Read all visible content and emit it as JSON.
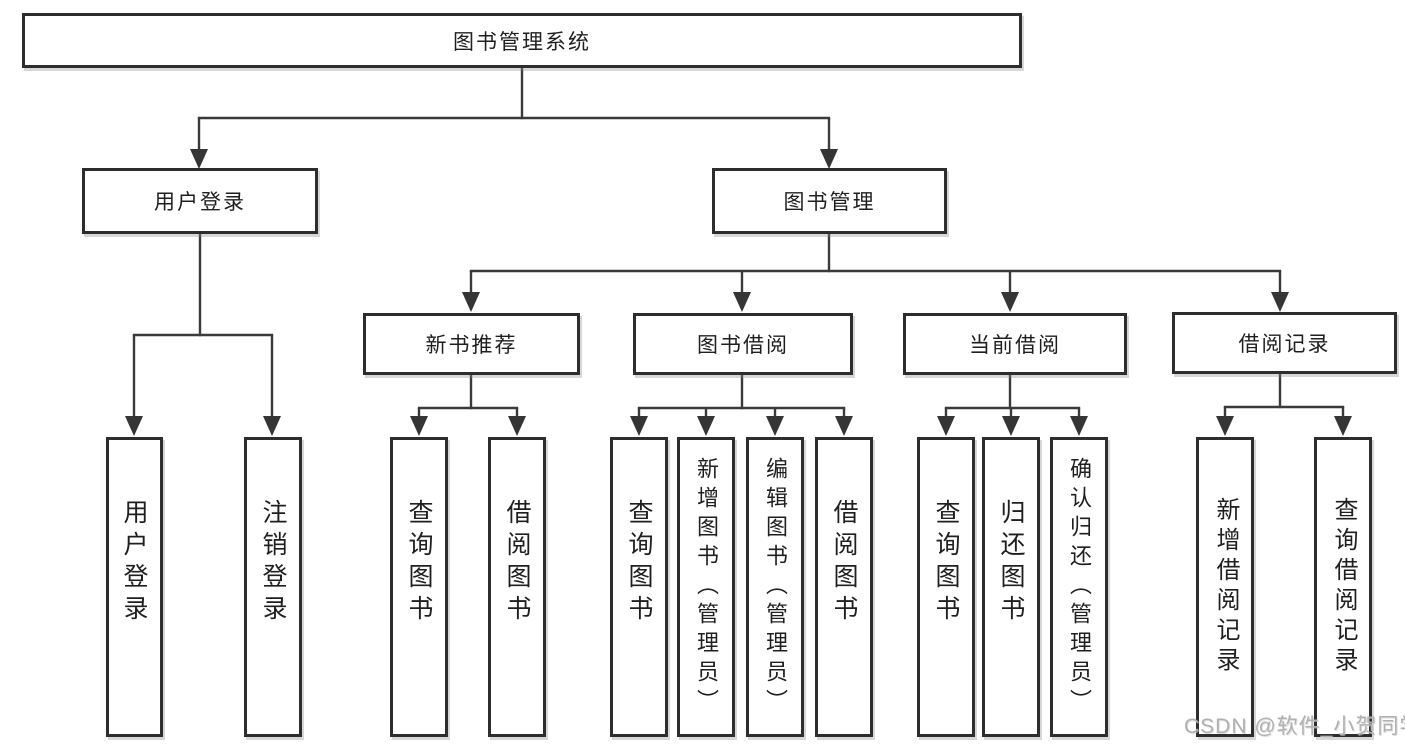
{
  "diagram": {
    "root": {
      "label": "图书管理系统"
    },
    "branches": {
      "user_login": {
        "label": "用户登录",
        "children": [
          "用户登录",
          "注销登录"
        ]
      },
      "book_mgmt": {
        "label": "图书管理"
      }
    },
    "modules": [
      {
        "label": "新书推荐",
        "children": [
          "查询图书",
          "借阅图书"
        ]
      },
      {
        "label": "图书借阅",
        "children": [
          "查询图书",
          "新增图书（管理员）",
          "编辑图书（管理员）",
          "借阅图书"
        ]
      },
      {
        "label": "当前借阅",
        "children": [
          "查询图书",
          "归还图书",
          "确认归还（管理员）"
        ]
      },
      {
        "label": "借阅记录",
        "children": [
          "新增借阅记录",
          "查询借阅记录"
        ]
      }
    ]
  },
  "watermark": {
    "text": "CSDN @软件_小贺同学"
  },
  "colors": {
    "line": "#3a3a3a",
    "box_border": "#2d2d2d",
    "box_fill": "#ffffff",
    "text": "#1f1f1f",
    "watermark": "#b2b0b0"
  }
}
